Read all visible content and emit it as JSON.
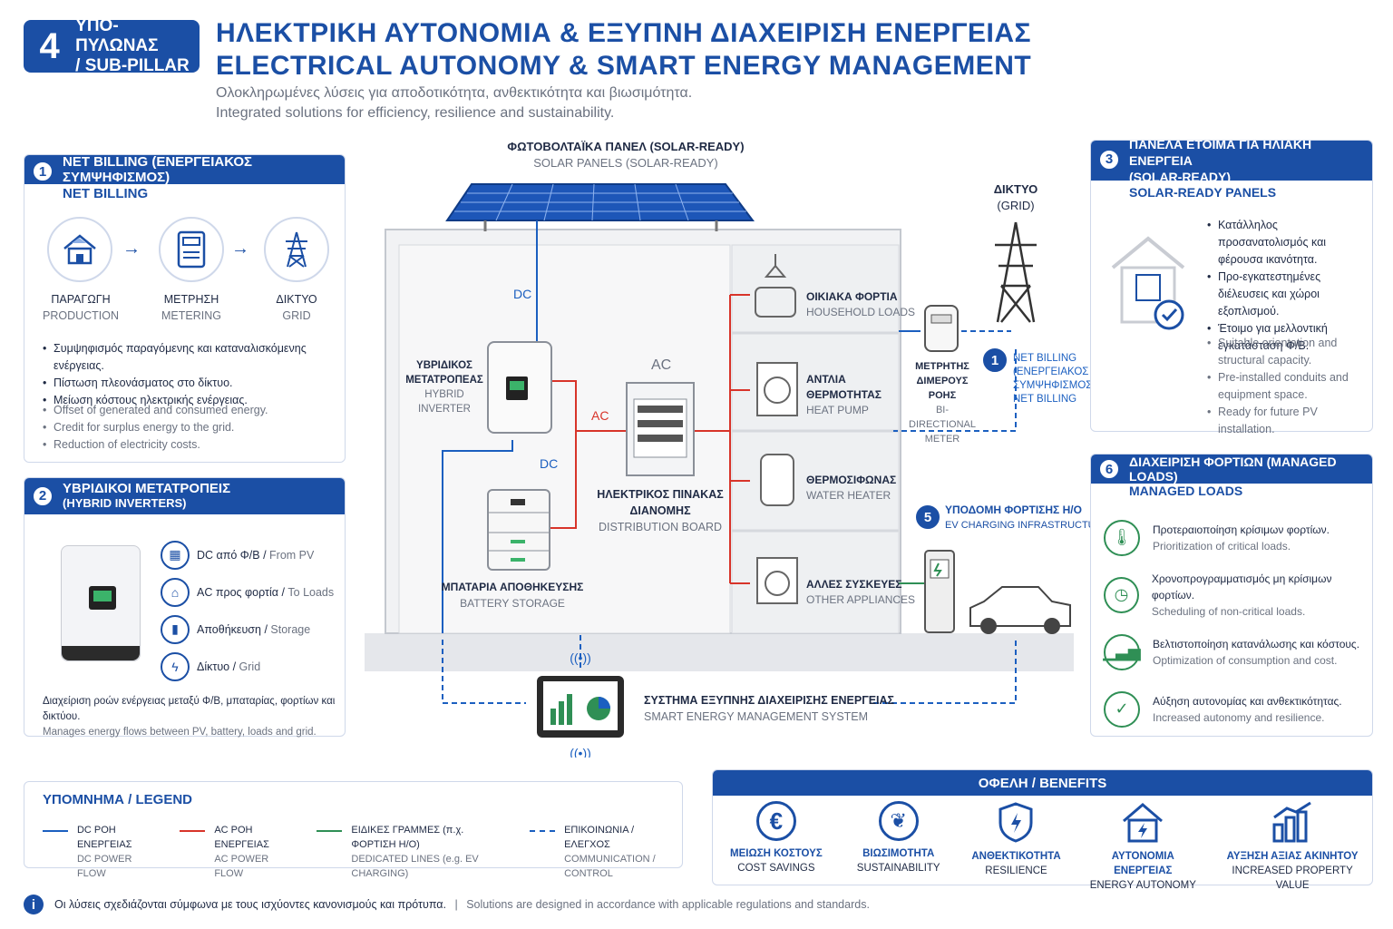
{
  "header": {
    "badge_number": "4",
    "badge_line1": "ΥΠΟ-ΠΥΛΩΝΑΣ",
    "badge_line2": "/ SUB-PILLAR",
    "title_gr": "ΗΛΕΚΤΡΙΚΗ ΑΥΤΟΝΟΜΙΑ & ΕΞΥΠΝΗ ΔΙΑΧΕΙΡΙΣΗ ΕΝΕΡΓΕΙΑΣ",
    "title_en": "ELECTRICAL AUTONOMY & SMART ENERGY MANAGEMENT",
    "subtitle_gr": "Ολοκληρωμένες λύσεις για αποδοτικότητα, ανθεκτικότητα και βιωσιμότητα.",
    "subtitle_en": "Integrated solutions for efficiency, resilience and sustainability."
  },
  "panel1": {
    "num": "1",
    "title": "NET BILLING (ΕΝΕΡΓΕΙΑΚΟΣ ΣΥΜΨΗΦΙΣΜΟΣ)",
    "subtitle": "NET BILLING",
    "steps": [
      {
        "gr": "ΠΑΡΑΓΩΓΗ",
        "en": "PRODUCTION",
        "icon": "house-solar-icon"
      },
      {
        "gr": "ΜΕΤΡΗΣΗ",
        "en": "METERING",
        "icon": "meter-icon"
      },
      {
        "gr": "ΔΙΚΤΥΟ",
        "en": "GRID",
        "icon": "pylon-icon"
      }
    ],
    "bullets_gr": [
      "Συμψηφισμός παραγόμενης και καταναλισκόμενης ενέργειας.",
      "Πίστωση πλεονάσματος στο δίκτυο.",
      "Μείωση κόστους ηλεκτρικής ενέργειας."
    ],
    "bullets_en": [
      "Offset of generated and consumed energy.",
      "Credit for surplus energy to the grid.",
      "Reduction of electricity costs."
    ]
  },
  "panel2": {
    "num": "2",
    "title": "ΥΒΡΙΔΙΚΟΙ ΜΕΤΑΤΡΟΠΕΙΣ",
    "subtitle": "(HYBRID INVERTERS)",
    "items": [
      {
        "gr": "DC από Φ/Β",
        "en": "From PV",
        "icon": "solar-panel-icon"
      },
      {
        "gr": "AC προς φορτία",
        "en": "To Loads",
        "icon": "house-icon"
      },
      {
        "gr": "Αποθήκευση",
        "en": "Storage",
        "icon": "battery-icon"
      },
      {
        "gr": "Δίκτυο",
        "en": "Grid",
        "icon": "pylon-icon"
      }
    ],
    "footer_gr": "Διαχείριση ροών ενέργειας μεταξύ Φ/Β, μπαταρίας, φορτίων και δικτύου.",
    "footer_en": "Manages energy flows between PV, battery, loads and grid."
  },
  "panel3": {
    "num": "3",
    "title_line1": "ΠΑΝΕΛΑ ΕΤΟΙΜΑ ΓΙΑ ΗΛΙΑΚΗ ΕΝΕΡΓΕΙΑ",
    "title_line2": "(SOLAR-READY)",
    "subtitle": "SOLAR-READY PANELS",
    "bullets_gr": [
      "Κατάλληλος προσανατολισμός και φέρουσα ικανότητα.",
      "Προ-εγκατεστημένες διέλευσεις και χώροι εξοπλισμού.",
      "Έτοιμο για μελλοντική εγκατάσταση Φ/Β."
    ],
    "bullets_en": [
      "Suitable orientation and structural capacity.",
      "Pre-installed conduits and equipment space.",
      "Ready for future PV installation."
    ]
  },
  "panel6": {
    "num": "6",
    "title": "ΔΙΑΧΕΙΡΙΣΗ ΦΟΡΤΙΩΝ (MANAGED LOADS)",
    "subtitle": "MANAGED LOADS",
    "items": [
      {
        "gr": "Προτεραιοποίηση κρίσιμων φορτίων.",
        "en": "Prioritization of critical loads.",
        "icon": "thermometer-icon"
      },
      {
        "gr": "Χρονοπρογραμματισμός μη κρίσιμων φορτίων.",
        "en": "Scheduling of non-critical loads.",
        "icon": "clock-icon"
      },
      {
        "gr": "Βελτιστοποίηση κατανάλωσης και κόστους.",
        "en": "Optimization of consumption and cost.",
        "icon": "chart-icon"
      },
      {
        "gr": "Αύξηση αυτονομίας και ανθεκτικότητας.",
        "en": "Increased autonomy and resilience.",
        "icon": "shield-icon"
      }
    ]
  },
  "diagram": {
    "solar_gr": "ΦΩΤΟΒΟΛΤΑΪΚΑ ΠΑΝΕΛ (SOLAR-READY)",
    "solar_en": "SOLAR PANELS (SOLAR-READY)",
    "grid_gr": "ΔΙΚΤΥΟ",
    "grid_en": "(GRID)",
    "dc": "DC",
    "ac": "AC",
    "inverter_gr1": "ΥΒΡΙΔΙΚΟΣ",
    "inverter_gr2": "ΜΕΤΑΤΡΟΠΕΑΣ",
    "inverter_en": "HYBRID INVERTER",
    "board_gr1": "ΗΛΕΚΤΡΙΚΟΣ ΠΙΝΑΚΑΣ",
    "board_gr2": "ΔΙΑΝΟΜΗΣ",
    "board_en": "DISTRIBUTION BOARD",
    "battery_gr": "ΜΠΑΤΑΡΙΑ ΑΠΟΘΗΚΕΥΣΗΣ",
    "battery_en": "BATTERY STORAGE",
    "loads": [
      {
        "gr": "ΟΙΚΙΑΚΑ ΦΟΡΤΙΑ",
        "en": "HOUSEHOLD LOADS",
        "icon": "sofa-icon"
      },
      {
        "gr": "ΑΝΤΛΙΑ ΘΕΡΜΟΤΗΤΑΣ",
        "en": "HEAT PUMP",
        "icon": "heat-pump-icon"
      },
      {
        "gr": "ΘΕΡΜΟΣΙΦΩΝΑΣ",
        "en": "WATER HEATER",
        "icon": "water-heater-icon"
      },
      {
        "gr": "ΑΛΛΕΣ ΣΥΣΚΕΥΕΣ",
        "en": "OTHER APPLIANCES",
        "icon": "washing-machine-icon"
      }
    ],
    "meter_gr1": "ΜΕΤΡΗΤΗΣ",
    "meter_gr2": "ΔΙΜΕΡΟΥΣ ΡΟΗΣ",
    "meter_en1": "BI-DIRECTIONAL",
    "meter_en2": "METER",
    "netbill_num": "1",
    "netbill_line1": "NET BILLING",
    "netbill_line2": "(ΕΝΕΡΓΕΙΑΚΟΣ",
    "netbill_line3": "ΣΥΜΨΗΦΙΣΜΟΣ)",
    "netbill_line4": "NET BILLING",
    "ev_num": "5",
    "ev_gr": "ΥΠΟΔΟΜΗ ΦΟΡΤΙΣΗΣ Η/Ο",
    "ev_en": "EV CHARGING INFRASTRUCTURE",
    "sems_gr": "ΣΥΣΤΗΜΑ ΕΞΥΠΝΗΣ ΔΙΑΧΕΙΡΙΣΗΣ ΕΝΕΡΓΕΙΑΣ",
    "sems_en": "SMART ENERGY MANAGEMENT SYSTEM"
  },
  "legend": {
    "title": "ΥΠΟΜΝΗΜΑ / LEGEND",
    "items": [
      {
        "gr": "DC ΡΟΗ ΕΝΕΡΓΕΙΑΣ",
        "en": "DC POWER FLOW",
        "color": "#1b5fc0",
        "style": "solid"
      },
      {
        "gr": "AC ΡΟΗ ΕΝΕΡΓΕΙΑΣ",
        "en": "AC POWER FLOW",
        "color": "#d8342a",
        "style": "solid"
      },
      {
        "gr": "ΕΙΔΙΚΕΣ ΓΡΑΜΜΕΣ (π.χ. ΦΟΡΤΙΣΗ Η/Ο)",
        "en": "DEDICATED LINES (e.g. EV CHARGING)",
        "color": "#2f8f55",
        "style": "solid"
      },
      {
        "gr": "ΕΠΙΚΟΙΝΩΝΙΑ / ΕΛΕΓΧΟΣ",
        "en": "COMMUNICATION / CONTROL",
        "color": "#1b5fc0",
        "style": "dashed"
      }
    ]
  },
  "benefits": {
    "title": "ΟΦΕΛΗ / BENEFITS",
    "items": [
      {
        "gr": "ΜΕΙΩΣΗ ΚΟΣΤΟΥΣ",
        "en": "COST SAVINGS",
        "icon": "euro-icon"
      },
      {
        "gr": "ΒΙΩΣΙΜΟΤΗΤΑ",
        "en": "SUSTAINABILITY",
        "icon": "leaf-icon"
      },
      {
        "gr": "ΑΝΘΕΚΤΙΚΟΤΗΤΑ",
        "en": "RESILIENCE",
        "icon": "shield-bolt-icon"
      },
      {
        "gr": "ΑΥΤΟΝΟΜΙΑ ΕΝΕΡΓΕΙΑΣ",
        "en": "ENERGY AUTONOMY",
        "icon": "house-bolt-icon"
      },
      {
        "gr": "ΑΥΞΗΣΗ ΑΞΙΑΣ ΑΚΙΝΗΤΟΥ",
        "en": "INCREASED PROPERTY VALUE",
        "icon": "buildings-growth-icon"
      }
    ]
  },
  "footer": {
    "gr": "Οι λύσεις σχεδιάζονται σύμφωνα με τους ισχύοντες κανονισμούς και πρότυπα.",
    "sep": "|",
    "en": "Solutions are designed in accordance with applicable regulations and standards."
  },
  "colors": {
    "brand": "#1b4fa5",
    "dc": "#1b5fc0",
    "ac": "#d8342a",
    "dedicated": "#2f8f55"
  }
}
